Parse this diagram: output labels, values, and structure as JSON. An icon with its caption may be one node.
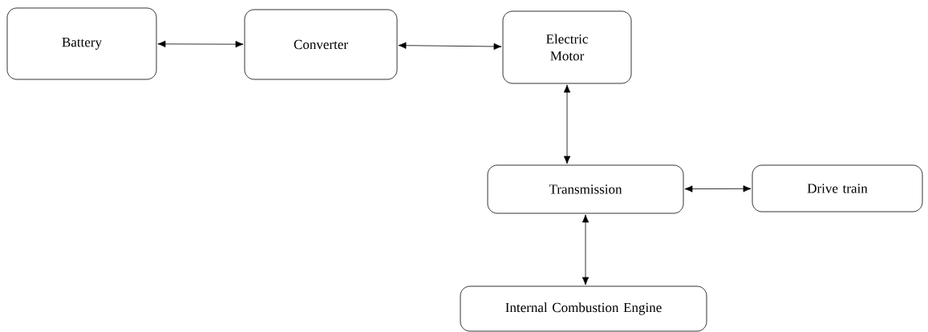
{
  "diagram": {
    "nodes": [
      {
        "text": [
          "Battery"
        ]
      },
      {
        "text": [
          "Converter"
        ]
      },
      {
        "text": [
          "Electric Motor"
        ]
      },
      {
        "text": [
          "Transmission"
        ]
      },
      {
        "text": [
          "Drive train"
        ]
      },
      {
        "text": [
          "Internal Combustion Engine"
        ]
      }
    ],
    "edges": [
      {
        "from": 0,
        "to": 1,
        "arrow": "both"
      },
      {
        "from": 1,
        "to": 2,
        "arrow": "both"
      },
      {
        "from": 2,
        "to": 3,
        "arrow": "both"
      },
      {
        "from": 3,
        "to": 4,
        "arrow": "both"
      },
      {
        "from": 3,
        "to": 5,
        "arrow": "both"
      }
    ]
  }
}
